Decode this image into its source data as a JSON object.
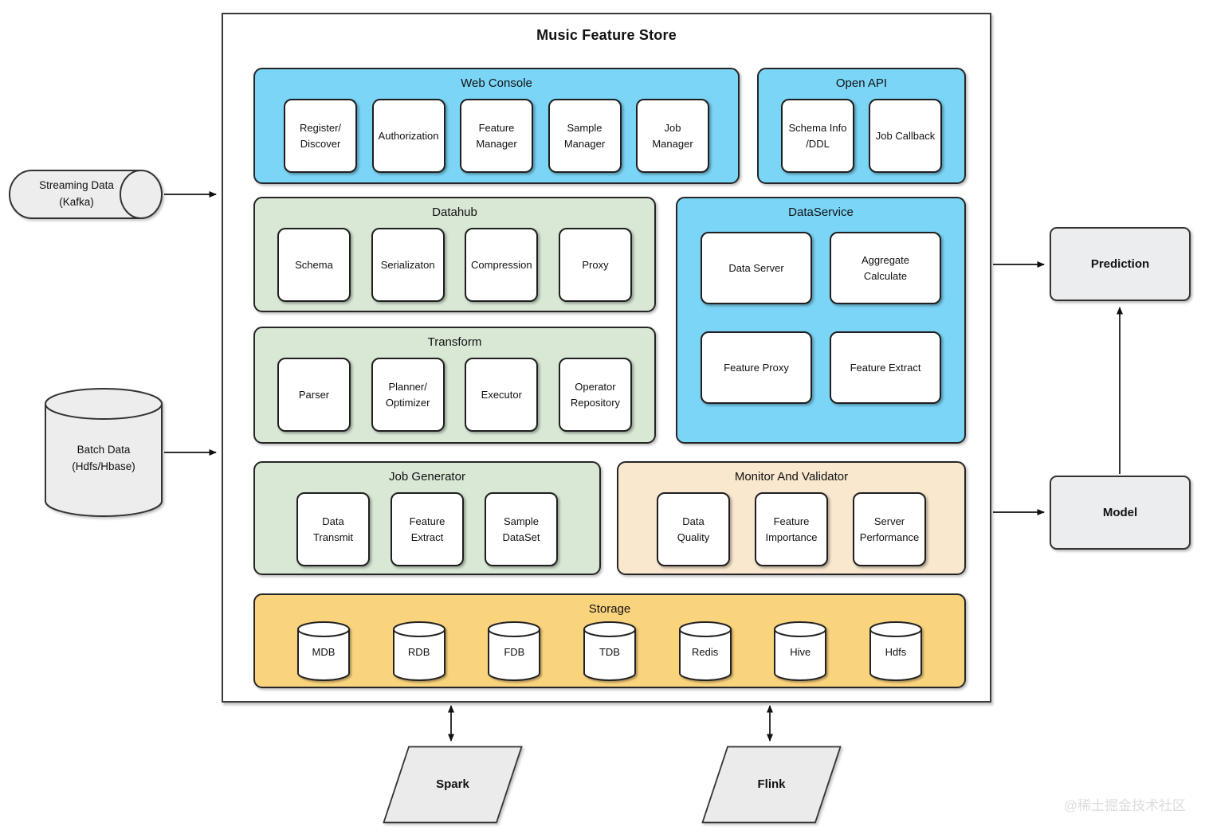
{
  "title": "Music Feature Store",
  "groups": {
    "web_console": {
      "label": "Web Console",
      "items": [
        "Register/\nDiscover",
        "Authorization",
        "Feature\nManager",
        "Sample\nManager",
        "Job\nManager"
      ]
    },
    "open_api": {
      "label": "Open API",
      "items": [
        "Schema Info\n/DDL",
        "Job Callback"
      ]
    },
    "datahub": {
      "label": "Datahub",
      "items": [
        "Schema",
        "Serializaton",
        "Compression",
        "Proxy"
      ]
    },
    "dataservice": {
      "label": "DataService",
      "items": [
        "Data Server",
        "Aggregate\nCalculate",
        "Feature Proxy",
        "Feature Extract"
      ]
    },
    "transform": {
      "label": "Transform",
      "items": [
        "Parser",
        "Planner/\nOptimizer",
        "Executor",
        "Operator\nRepository"
      ]
    },
    "job_generator": {
      "label": "Job Generator",
      "items": [
        "Data\nTransmit",
        "Feature\nExtract",
        "Sample\nDataSet"
      ]
    },
    "monitor_validator": {
      "label": "Monitor And Validator",
      "items": [
        "Data\nQuality",
        "Feature\nImportance",
        "Server\nPerformance"
      ]
    },
    "storage": {
      "label": "Storage",
      "items": [
        "MDB",
        "RDB",
        "FDB",
        "TDB",
        "Redis",
        "Hive",
        "Hdfs"
      ]
    }
  },
  "external": {
    "streaming": "Streaming Data\n(Kafka)",
    "batch": "Batch Data\n(Hdfs/Hbase)",
    "prediction": "Prediction",
    "model": "Model",
    "spark": "Spark",
    "flink": "Flink"
  },
  "watermark": "@稀土掘金技术社区",
  "colors": {
    "blue": "#7bd5f7",
    "green": "#d8e8d5",
    "tan": "#f9e7ce",
    "yellow": "#fad37d",
    "gray": "#ecedee"
  }
}
